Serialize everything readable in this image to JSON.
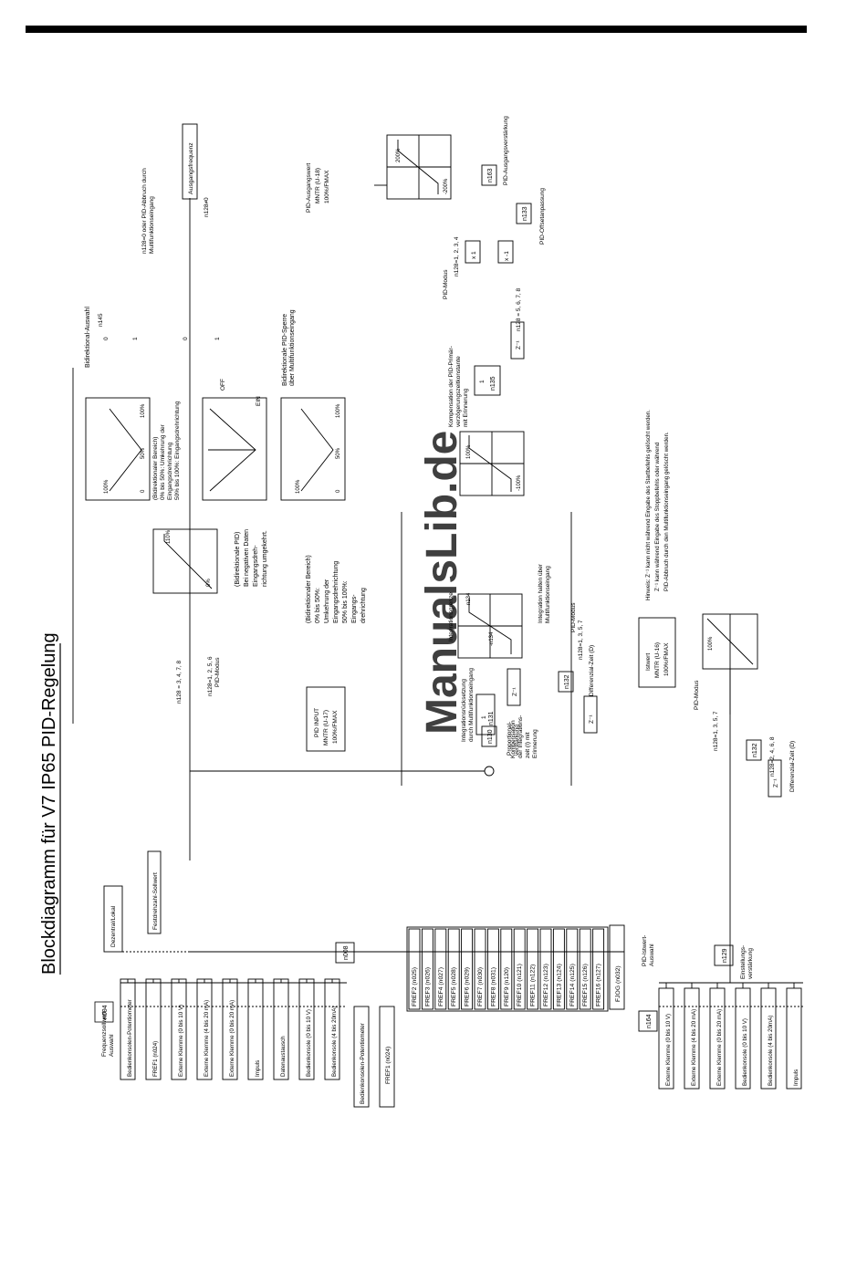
{
  "title": "Blockdiagramm für V7 IP65 PID-Regelung",
  "watermark": "ManualsLib.de",
  "freq_select": {
    "label_1": "Frequenzsollwert-",
    "label_2": "Auswahl",
    "param": "n004",
    "sources": [
      "Bedienkonsolen-Potentiometer",
      "FREF1 (n024)",
      "Externe Klemme (0 bis 10 V)",
      "Externe Klemme (4 bis 20 mA)",
      "Externe Klemme (0 bis 20 mA)",
      "Impuls",
      "Datenaustausch",
      "Bedienkonsole (0 bis 10 V)",
      "Bedienkonsole (4 bis 20mA)"
    ]
  },
  "dezentral": {
    "label": "Dezentral/Lokal",
    "param": "n008",
    "sources": [
      "Bedienkonsolen-Potentiometer",
      "FREF1 (n024)"
    ]
  },
  "festdrehzahl": {
    "label": "Festdrehzahl-Sollwert",
    "items": [
      "FREF2 (n025)",
      "FREF3 (n026)",
      "FREF4 (n027)",
      "FREF5 (n028)",
      "FREF6 (n029)",
      "FREF7 (n030)",
      "FREF8 (n031)",
      "FREF9 (n120)",
      "FREF10 (n121)",
      "FREF11 (n122)",
      "FREF12 (n123)",
      "FREF13 (n124)",
      "FREF14 (n125)",
      "FREF15 (n126)",
      "FREF16 (n127)"
    ],
    "jog": "FJOG (n032)"
  },
  "pid_feedback": {
    "label_1": "PID-Istwert-",
    "label_2": "Auswahl",
    "param": "n164",
    "sources": [
      "Externe Klemme (0 bis 10 V)",
      "Externe Klemme (4 bis 20 mA)",
      "Externe Klemme (0 bis 20 mA)",
      "Bedienkonsole (0 bis 10 V)",
      "Bedienkonsole (4 bis 20mA)",
      "Impuls"
    ],
    "gain_param": "n129",
    "gain_label_1": "Einstellungs-",
    "gain_label_2": "verstärkung",
    "pct": "100%"
  },
  "istwert_monitor": [
    "Istwert",
    "MNTR (U-16)",
    "100%/FMAX"
  ],
  "pid_input_monitor": [
    "PID INPUT",
    "MNTR (U-17)",
    "100%/FMAX"
  ],
  "pid_output_monitor": [
    "PID-Ausgangswert",
    "MNTR (U-18)",
    "100%/FMAX"
  ],
  "params": {
    "n130": "n130",
    "n131": "n131",
    "n132": "n132",
    "n133": "n133",
    "n134": "-n134",
    "n134p": "n134",
    "n135": "n135",
    "n163": "n163",
    "n145": "n145"
  },
  "labels": {
    "prop_1": "Proportional-",
    "prop_2": "verstärkung",
    "int_comp_1": "Kompensation",
    "int_comp_2": "der Integrations-",
    "int_comp_3": "zeit (I) mit",
    "int_comp_4": "Erinnerung",
    "int_reset_1": "Integrationsrücksetzung",
    "int_reset_2": "durch Multifunktionseingang",
    "int_limit": "Integrationsgrenze",
    "int_hold_1": "Integration halten über",
    "int_hold_2": "Multifunktionseingang",
    "diff_time": "Differenzial-Zeit (D)",
    "pid_mode": "PID-Modus",
    "mode_a": "n128=1, 3, 5, 7",
    "mode_b": "n128=2, 4, 6, 8",
    "mode_c": "n128 = 3, 4, 7, 8",
    "mode_d": "n128=1, 2, 5, 6",
    "mode_e": "n128=1, 2, 3, 4",
    "mode_f": "n128 = 5, 6, 7, 8",
    "mode_zero": "n128≠0",
    "mode_abort_1": "n128=0 oder PID-Abbruch durch",
    "mode_abort_2": "Multifunktionseingang",
    "primary_1": "Kompensation der PID-Primär-",
    "primary_2": "verzögerungszeitkonstante",
    "primary_3": "mit Erinnerung",
    "out_gain": "PID-Ausgangsverstärkung",
    "offset": "PID-Offsetanpassung",
    "bidir_select": "Bidirektional-Auswahl",
    "bidir_lock_1": "Bidirektionale PID-Sperre",
    "bidir_lock_2": "über Multifunktionseingang",
    "output_freq": "Ausgangsfrequenz",
    "off": "OFF",
    "ein": "EIN",
    "zero": "0",
    "one": "1",
    "x1": "x 1",
    "xm1": "x -1",
    "z": "Z⁻¹",
    "one_box": "1"
  },
  "bidir_range": [
    "(Bidirektionaler Bereich)",
    "0% bis 50%: Umkehrung der",
    "Eingangsdrehrichtung",
    "50% bis 100%: Eingangsdrehrichtung"
  ],
  "bidir_range2": [
    "(Bidirektionaler Bereich)",
    "0% bis 50%:",
    "Umkehrung der",
    "Eingangsdrehrichtung",
    "50% bis 100%:",
    "Eingangs-",
    "drehrichtung"
  ],
  "bidir_pid": [
    "(Bidirektionale PID)",
    "Bei negativen Daten",
    "Eingangsdreh-",
    "richtung umgekehrt."
  ],
  "graph_labels": {
    "p100": "100%",
    "p0": "0",
    "p50": "50%",
    "p0pct": "0%",
    "p110": "110%",
    "p200": "200%",
    "m200": "-200%",
    "m100": "-100%"
  },
  "notes": [
    "Hinweis: Z⁻¹ kann nicht während Eingabe des Startbefehls gelöscht werden.",
    "Z⁻¹ kann während Eingabe des Stoppbefehls oder während",
    "PID-Abbruch durch den Multifunktionseingang gelöscht werden."
  ]
}
